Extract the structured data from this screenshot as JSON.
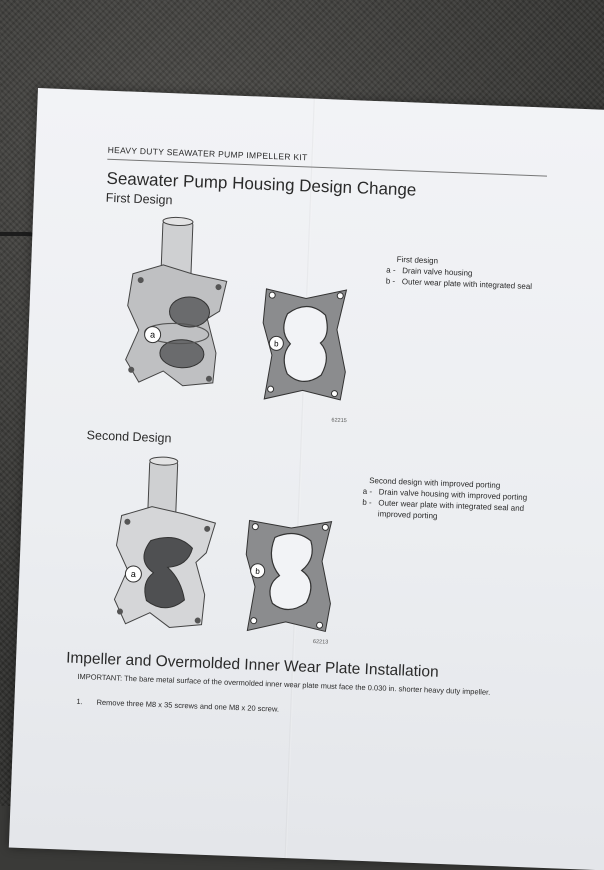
{
  "header": {
    "kit_title": "HEAVY DUTY SEAWATER PUMP IMPELLER KIT",
    "main_title": "Seawater Pump Housing Design Change"
  },
  "first": {
    "label": "First Design",
    "legend_title": "First design",
    "items": [
      {
        "key": "a -",
        "text": "Drain valve housing"
      },
      {
        "key": "b -",
        "text": "Outer wear plate with integrated seal"
      }
    ],
    "callout_a": "a",
    "callout_b": "b",
    "fig_code": "62215"
  },
  "second": {
    "label": "Second Design",
    "legend_title": "Second design with improved porting",
    "items": [
      {
        "key": "a -",
        "text": "Drain valve housing with improved porting"
      },
      {
        "key": "b -",
        "text": "Outer wear plate with integrated seal and improved porting"
      }
    ],
    "callout_a": "a",
    "callout_b": "b",
    "fig_code": "62213"
  },
  "install": {
    "title": "Impeller and Overmolded Inner Wear Plate Installation",
    "important": "IMPORTANT: The bare metal surface of the overmolded inner wear plate must face the 0.030 in. shorter heavy duty impeller.",
    "step_num": "1.",
    "step_text": "Remove three M8 x 35 screws and one M8 x 20 screw."
  }
}
